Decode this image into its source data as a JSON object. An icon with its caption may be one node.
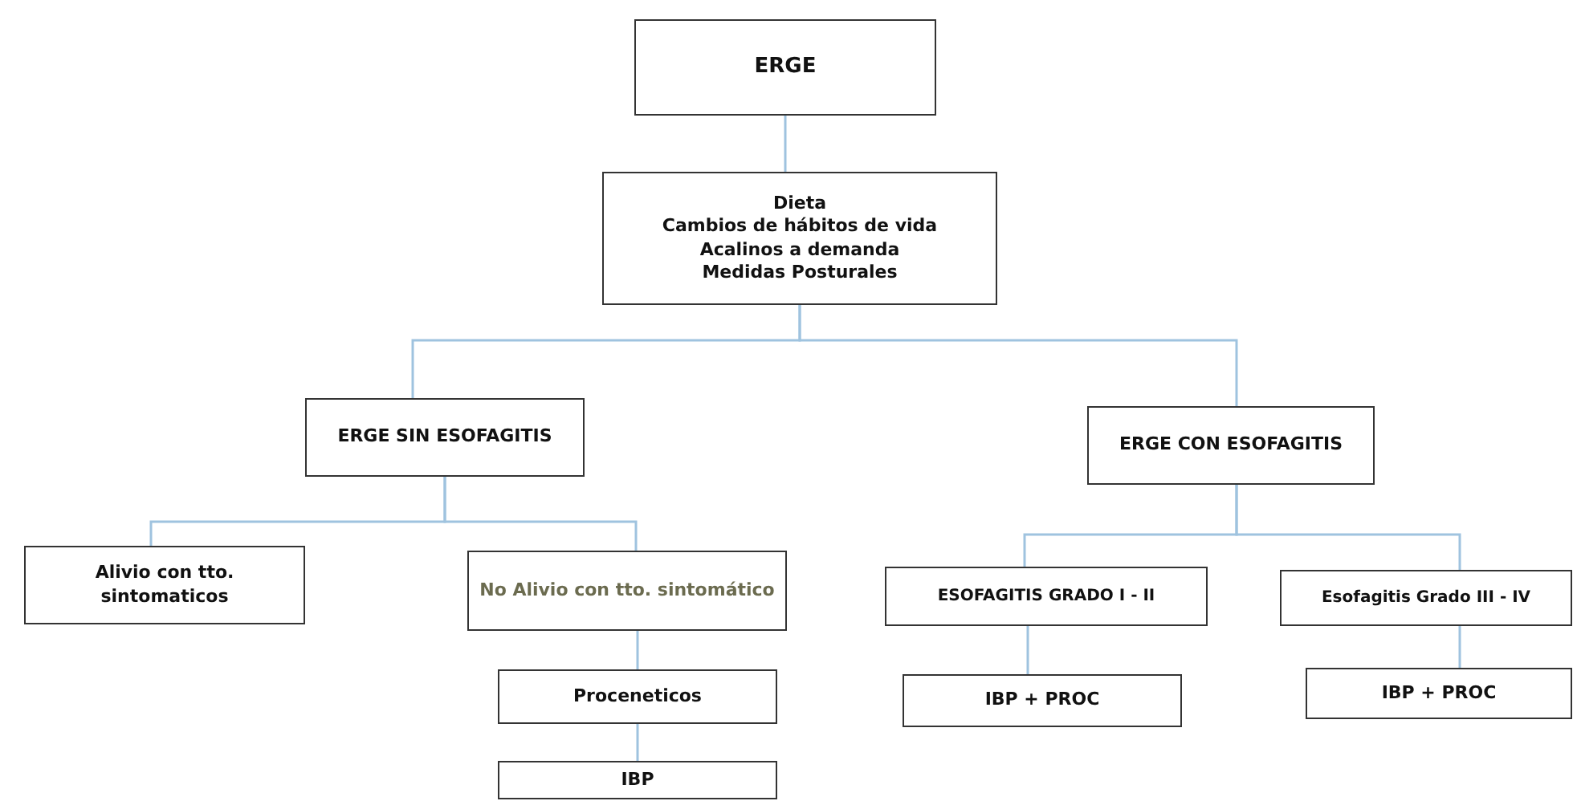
{
  "diagram": {
    "nodes": [
      {
        "text": [
          "ERGE"
        ]
      },
      {
        "text": [
          "Dieta",
          "Cambios de hábitos de vida",
          "Acalinos a demanda",
          "Medidas Posturales"
        ]
      },
      {
        "text": [
          "ERGE SIN ESOFAGITIS"
        ]
      },
      {
        "text": [
          "ERGE CON ESOFAGITIS"
        ]
      },
      {
        "text": [
          "Alivio con tto. sintomaticos"
        ]
      },
      {
        "text": [
          "No Alivio con tto. sintomático"
        ]
      },
      {
        "text": [
          "Proceneticos"
        ]
      },
      {
        "text": [
          "IBP"
        ]
      },
      {
        "text": [
          "ESOFAGITIS GRADO I - II"
        ]
      },
      {
        "text": [
          "Esofagitis Grado III - IV"
        ]
      },
      {
        "text": [
          "IBP + PROC"
        ]
      },
      {
        "text": [
          "IBP + PROC"
        ]
      }
    ],
    "edges": [
      {
        "from": 0,
        "to": 1,
        "arrow": "none"
      },
      {
        "from": 1,
        "to": 2,
        "arrow": "none"
      },
      {
        "from": 1,
        "to": 3,
        "arrow": "none"
      },
      {
        "from": 2,
        "to": 4,
        "arrow": "none"
      },
      {
        "from": 2,
        "to": 5,
        "arrow": "none"
      },
      {
        "from": 5,
        "to": 6,
        "arrow": "none"
      },
      {
        "from": 6,
        "to": 7,
        "arrow": "none"
      },
      {
        "from": 3,
        "to": 8,
        "arrow": "none"
      },
      {
        "from": 3,
        "to": 9,
        "arrow": "none"
      },
      {
        "from": 8,
        "to": 10,
        "arrow": "none"
      },
      {
        "from": 9,
        "to": 11,
        "arrow": "none"
      }
    ]
  }
}
